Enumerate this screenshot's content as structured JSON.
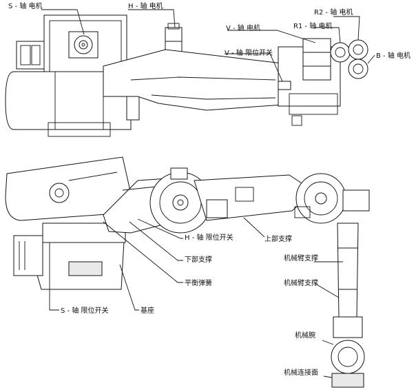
{
  "labels": {
    "s_motor": "S - 轴 电机",
    "h_motor": "H - 轴 电机",
    "v_motor": "V - 轴 电机",
    "r2_motor": "R2 - 轴 电机",
    "r1_motor": "R1 - 轴 电机",
    "b_motor": "B - 轴 电机",
    "v_limit": "V - 轴 限位开关",
    "h_limit": "H - 轴 限位开关",
    "upper_support": "上部支撑",
    "lower_support": "下部支撑",
    "balance_spring": "平衡弹簧",
    "s_limit": "S - 轴 限位开关",
    "base": "基座",
    "arm_support_1": "机械臂支撑",
    "arm_support_2": "机械臂支撑",
    "wrist": "机械腕",
    "flange": "机械连接面"
  }
}
